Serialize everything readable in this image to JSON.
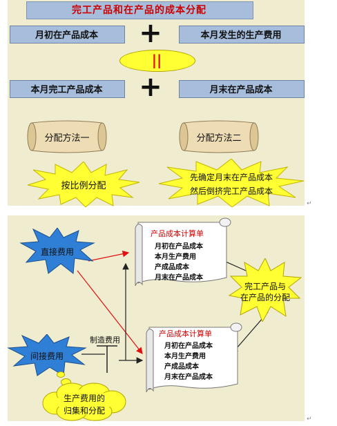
{
  "top": {
    "title": "完工产品和在产品的成本分配",
    "box_opening": "月初在产品成本",
    "box_current_cost": "本月发生的生产费用",
    "plus_sign": "+",
    "equals_sign": "||",
    "box_finished": "本月完工产品成本",
    "box_ending": "月末在产品成本",
    "scroll_method1": "分配方法一",
    "scroll_method2": "分配方法二",
    "burst_left": "按比例分配",
    "burst_right_line1": "先确定月末在产品成本",
    "burst_right_line2": "然后倒挤完工产品成本"
  },
  "bottom": {
    "direct_cost": "直接费用",
    "indirect_cost": "间接费用",
    "overhead": "制造费用",
    "cloud_line1": "生产费用的",
    "cloud_line2": "归集和分配",
    "sheet_title": "产品成本计算单",
    "sheet_items": [
      "月初在产品成本",
      "本月生产费用",
      "产成品成本",
      "月末在产品成本"
    ],
    "burst_line1": "完工产品与",
    "burst_line2": "在产品的分配"
  },
  "colors": {
    "panel": "#efeccf",
    "blue_box": "#a6bddb",
    "title_text": "#cc0000",
    "sheet_title": "#cc0000",
    "yellow": "#ffff33",
    "star_blue": "#2f7fd6",
    "scroll": "#eddcb4"
  }
}
